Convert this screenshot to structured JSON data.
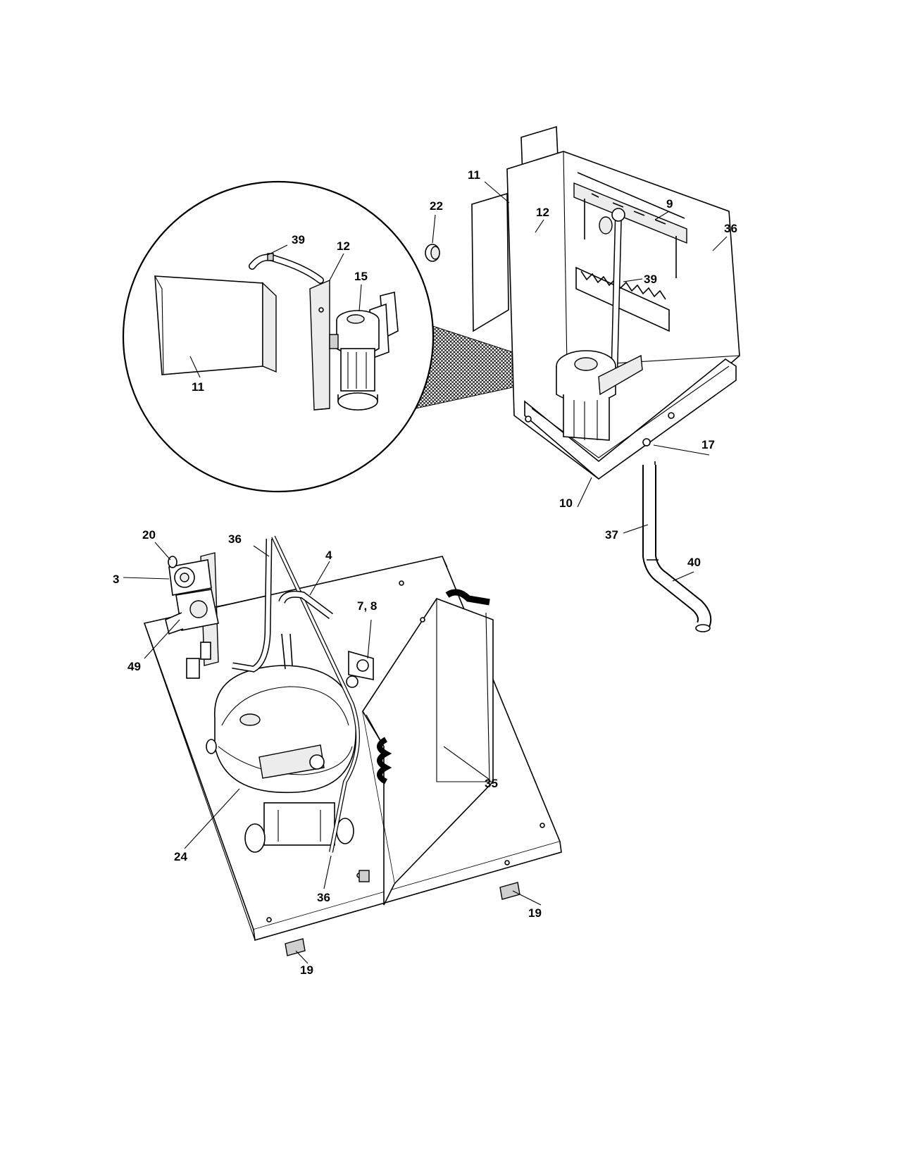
{
  "callouts": {
    "c11_main": "11",
    "c22": "22",
    "c9": "9",
    "c36_top": "36",
    "c39_detail": "39",
    "c12_detail": "12",
    "c15": "15",
    "c12_main": "12",
    "c39_main": "39",
    "c11_detail": "11",
    "c17": "17",
    "c10": "10",
    "c20": "20",
    "c36_mid": "36",
    "c4": "4",
    "c3": "3",
    "c7_8": "7, 8",
    "c37": "37",
    "c40": "40",
    "c49": "49",
    "c35": "35",
    "c24": "24",
    "c36_bottom": "36",
    "c19_right": "19",
    "c19_left": "19"
  }
}
